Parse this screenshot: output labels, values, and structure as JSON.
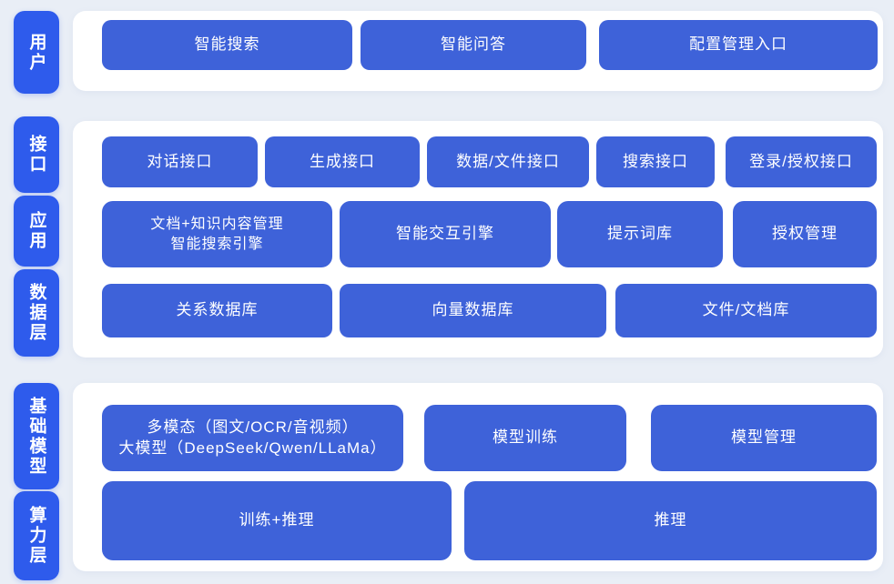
{
  "colors": {
    "background": "#e9eef6",
    "panel": "#ffffff",
    "layer_pill": "#2e5bec",
    "block": "#3e62d9",
    "block_text": "#ffffff"
  },
  "layers": {
    "user": {
      "label": "用户",
      "blocks": [
        "智能搜索",
        "智能问答",
        "配置管理入口"
      ]
    },
    "interface": {
      "label": "接口",
      "blocks": [
        "对话接口",
        "生成接口",
        "数据/文件接口",
        "搜索接口",
        "登录/授权接口"
      ]
    },
    "application": {
      "label": "应用",
      "doc_block": {
        "line1": "文档+知识内容管理",
        "line2": "智能搜索引擎"
      },
      "blocks": [
        "智能交互引擎",
        "提示词库",
        "授权管理"
      ]
    },
    "data": {
      "label": "数据层",
      "blocks": [
        "关系数据库",
        "向量数据库",
        "文件/文档库"
      ]
    },
    "base_model": {
      "label": "基础模型",
      "model_block": {
        "line1": "多模态（图文/OCR/音视频）",
        "line2": "大模型（DeepSeek/Qwen/LLaMa）"
      },
      "blocks": [
        "模型训练",
        "模型管理"
      ]
    },
    "compute": {
      "label": "算力层",
      "blocks": [
        "训练+推理",
        "推理"
      ]
    }
  }
}
